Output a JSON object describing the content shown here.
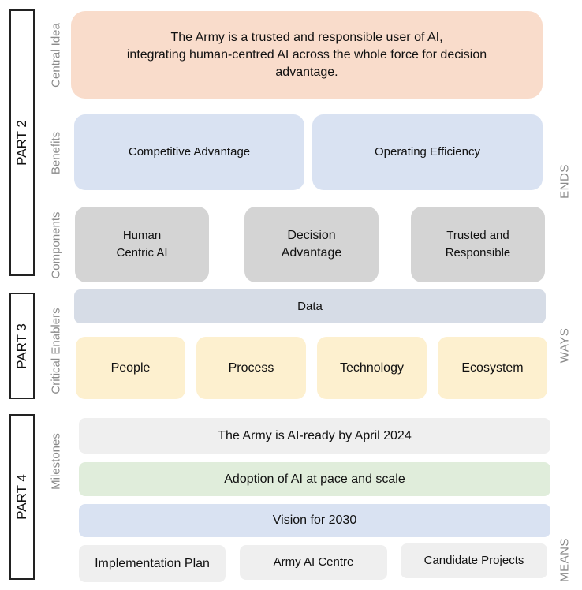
{
  "parts": {
    "part2": "PART 2",
    "part3": "PART 3",
    "part4": "PART 4"
  },
  "side_labels": {
    "central_idea": "Central Idea",
    "benefits": "Benefits",
    "components": "Components",
    "critical_enablers": "Critical Enablers",
    "milestones": "Milestones"
  },
  "right_labels": {
    "ends": "ENDS",
    "ways": "WAYS",
    "means": "MEANS"
  },
  "central_idea": {
    "line1": "The Army is a trusted and responsible user of AI,",
    "line2": "integrating human-centred AI across the whole force for decision",
    "line3": "advantage."
  },
  "benefits": [
    "Competitive Advantage",
    "Operating Efficiency"
  ],
  "components": [
    {
      "line1": "Human",
      "line2": "Centric AI"
    },
    {
      "line1": "Decision",
      "line2": "Advantage"
    },
    {
      "line1": "Trusted and",
      "line2": "Responsible"
    }
  ],
  "data_label": "Data",
  "enablers": [
    "People",
    "Process",
    "Technology",
    "Ecosystem"
  ],
  "milestones": {
    "ai_ready": "The Army is AI-ready by April 2024",
    "adoption": "Adoption of AI at pace and scale",
    "vision": "Vision for 2030"
  },
  "means": [
    "Implementation Plan",
    "Army AI Centre",
    "Candidate Projects"
  ],
  "colors": {
    "central": "#f9dccb",
    "benefit": "#d9e2f2",
    "component": "#d4d4d4",
    "data": "#d6dce6",
    "enabler": "#fdf0cf",
    "milestone": "#efefef",
    "adoption": "#e0eddb",
    "vision": "#d9e2f2"
  }
}
